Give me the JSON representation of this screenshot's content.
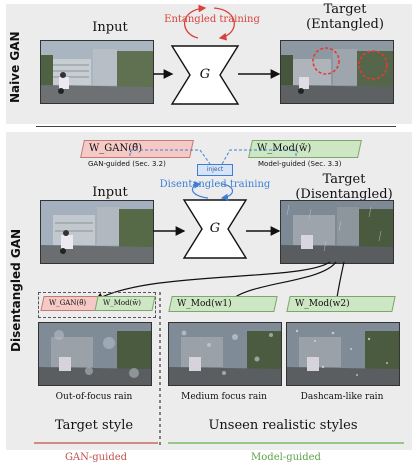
{
  "top": {
    "section_label": "Naive GAN",
    "input_title": "Input",
    "training_label": "Entangled training",
    "generator": "G",
    "target_title": "Target\n(Entangled)"
  },
  "bottom": {
    "section_label": "Disentangled GAN",
    "gan_box": "W_GAN(θ̃)",
    "gan_caption": "GAN-guided (Sec. 3.2)",
    "mod_box": "W_Mod(w̃)",
    "mod_caption": "Model-guided (Sec. 3.3)",
    "inject": "inject",
    "training_label": "Disentangled training",
    "input_title": "Input",
    "generator": "G",
    "target_title": "Target\n(Disentangled)",
    "out1_gan": "W_GAN(θ̃)",
    "out1_mod": "W_Mod(w̃)",
    "out2_label": "W_Mod(w1)",
    "out3_label": "W_Mod(w2)",
    "caption1": "Out-of-focus rain",
    "caption2": "Medium focus rain",
    "caption3": "Dashcam-like rain",
    "target_style": "Target style",
    "unseen_styles": "Unseen realistic styles"
  },
  "footer": {
    "gan_guided": "GAN-guided",
    "model_guided": "Model-guided"
  },
  "colors": {
    "red": "#d9413a",
    "blue": "#3f7fd3",
    "pink": "#f4c9c6",
    "green": "#cde6c3",
    "green_line": "#7db86a",
    "red_line": "#c96a63"
  }
}
